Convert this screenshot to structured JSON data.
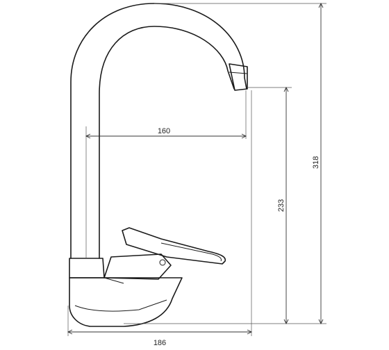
{
  "drawing": {
    "subject": "faucet",
    "units": "mm",
    "dimensions": {
      "spout_reach": "160",
      "spout_outlet_height": "233",
      "total_height": "318",
      "total_depth": "186"
    }
  }
}
